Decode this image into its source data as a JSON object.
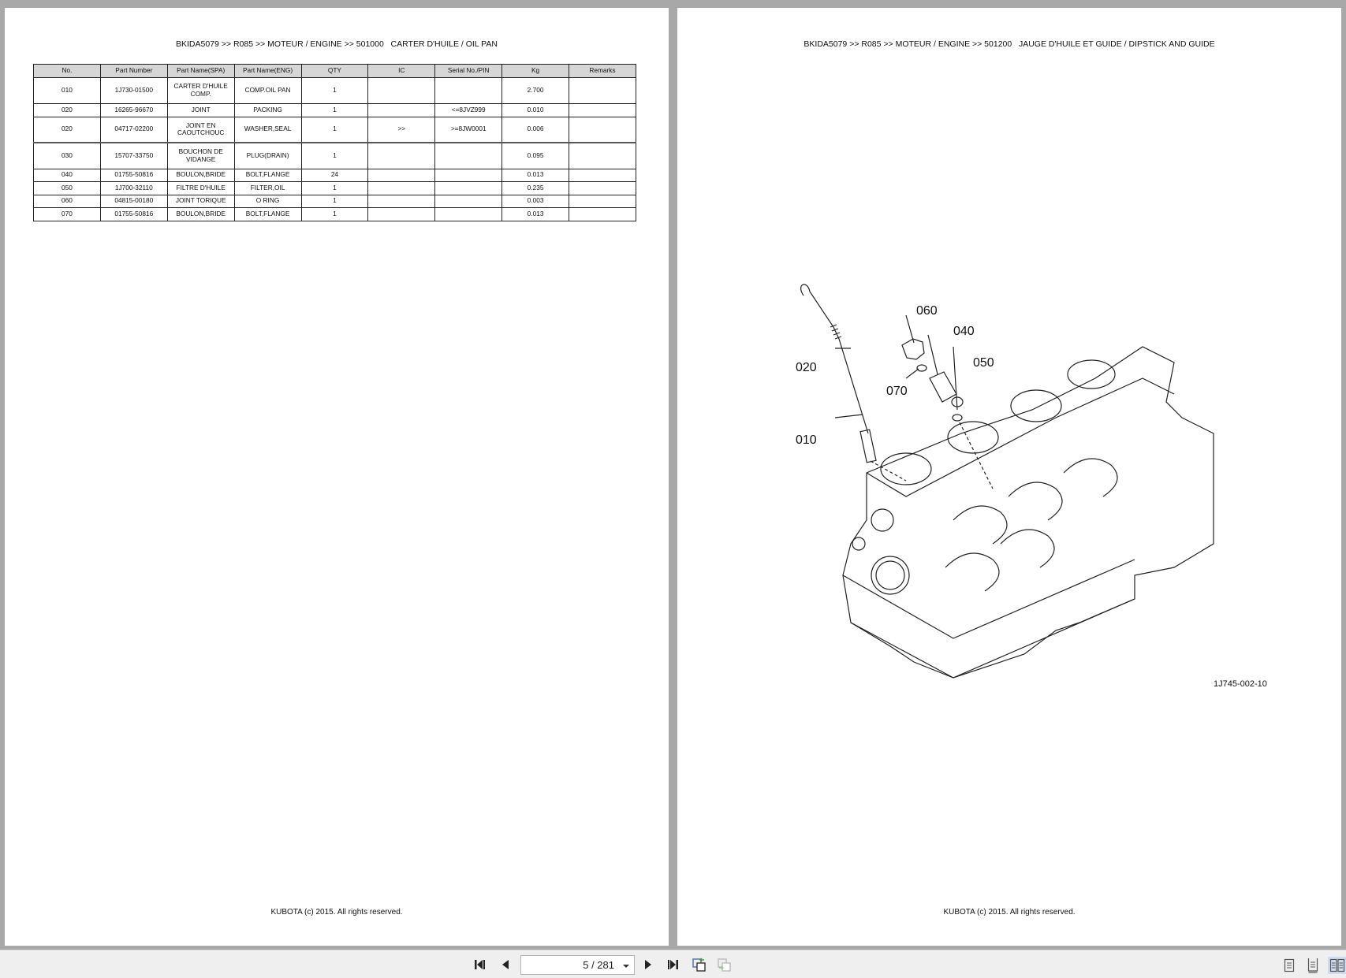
{
  "left_page": {
    "breadcrumb": "BKIDA5079 >> R085 >> MOTEUR / ENGINE >> 501000   CARTER D'HUILE / OIL PAN",
    "table": {
      "headers": [
        "No.",
        "Part Number",
        "Part Name(SPA)",
        "Part Name(ENG)",
        "QTY",
        "IC",
        "Serial No./PIN",
        "Kg",
        "Remarks"
      ],
      "rows": [
        {
          "no": "010",
          "part_number": "1J730-01500",
          "name_spa": "CARTER D'HUILE COMP.",
          "name_eng": "COMP.OIL PAN",
          "qty": "1",
          "ic": "",
          "serial": "",
          "kg": "2.700",
          "remarks": ""
        },
        {
          "no": "020",
          "part_number": "16265-96670",
          "name_spa": "JOINT",
          "name_eng": "PACKING",
          "qty": "1",
          "ic": "",
          "serial": "<=8JVZ999",
          "kg": "0.010",
          "remarks": ""
        },
        {
          "no": "020",
          "part_number": "04717-02200",
          "name_spa": "JOINT EN CAOUTCHOUC",
          "name_eng": "WASHER,SEAL",
          "qty": "1",
          "ic": ">>",
          "serial": ">=8JW0001",
          "kg": "0.006",
          "remarks": ""
        },
        {
          "no": "030",
          "part_number": "15707-33750",
          "name_spa": "BOUCHON DE VIDANGE",
          "name_eng": "PLUG(DRAIN)",
          "qty": "1",
          "ic": "",
          "serial": "",
          "kg": "0.095",
          "remarks": ""
        },
        {
          "no": "040",
          "part_number": "01755-50816",
          "name_spa": "BOULON,BRIDE",
          "name_eng": "BOLT,FLANGE",
          "qty": "24",
          "ic": "",
          "serial": "",
          "kg": "0.013",
          "remarks": ""
        },
        {
          "no": "050",
          "part_number": "1J700-32110",
          "name_spa": "FILTRE D'HUILE",
          "name_eng": "FILTER,OIL",
          "qty": "1",
          "ic": "",
          "serial": "",
          "kg": "0.235",
          "remarks": ""
        },
        {
          "no": "060",
          "part_number": "04815-00180",
          "name_spa": "JOINT TORIQUE",
          "name_eng": "O RING",
          "qty": "1",
          "ic": "",
          "serial": "",
          "kg": "0.003",
          "remarks": ""
        },
        {
          "no": "070",
          "part_number": "01755-50816",
          "name_spa": "BOULON,BRIDE",
          "name_eng": "BOLT,FLANGE",
          "qty": "1",
          "ic": "",
          "serial": "",
          "kg": "0.013",
          "remarks": ""
        }
      ]
    },
    "footer": "KUBOTA (c) 2015. All rights reserved."
  },
  "right_page": {
    "breadcrumb": "BKIDA5079 >> R085 >> MOTEUR / ENGINE >> 501200   JAUGE D'HUILE ET GUIDE / DIPSTICK AND GUIDE",
    "diagram": {
      "callouts": [
        "060",
        "040",
        "020",
        "050",
        "070",
        "010"
      ],
      "figure_code": "1J745-002-10"
    },
    "footer": "KUBOTA (c) 2015. All rights reserved."
  },
  "toolbar": {
    "page_indicator": "5 / 281",
    "icons": {
      "first": "first-page-icon",
      "prev": "previous-page-icon",
      "next": "next-page-icon",
      "last": "last-page-icon",
      "go_back": "previous-view-icon",
      "go_forward": "next-view-icon",
      "single": "single-page-view-icon",
      "continuous": "continuous-view-icon",
      "two_page": "two-page-view-icon"
    },
    "colors": {
      "background": "#efefef",
      "active_view": "#cfdcf0",
      "page_gutter": "#a8a8a8"
    }
  }
}
